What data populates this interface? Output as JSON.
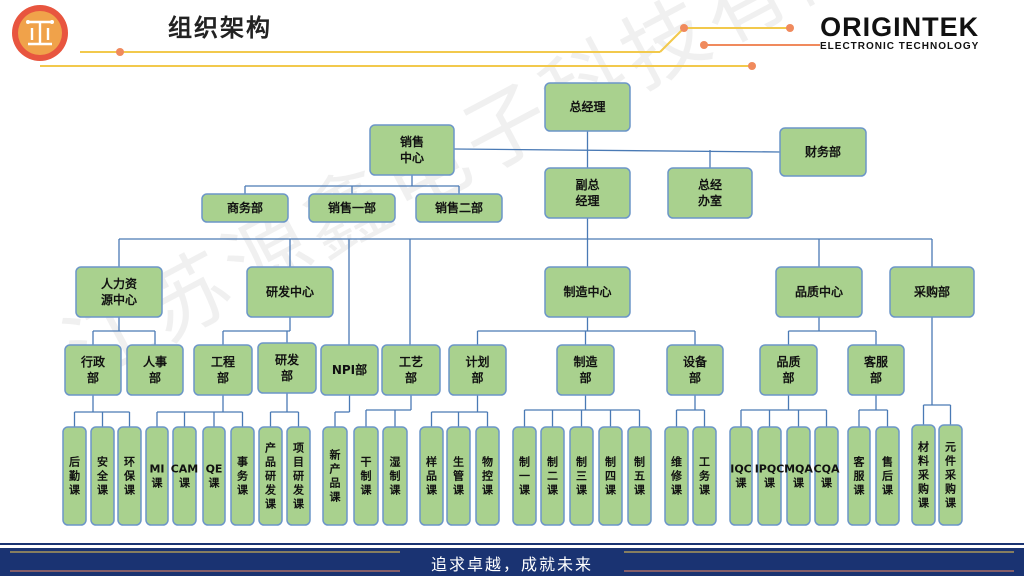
{
  "header": {
    "title": "组织架构",
    "brand_name": "ORIGINTEK",
    "brand_sub": "ELECTRONIC TECHNOLOGY"
  },
  "watermark": "江苏源鑫电子科技有限公司",
  "footer": {
    "slogan": "追求卓越，成就未来"
  },
  "colors": {
    "node_fill": "#a9d18e",
    "node_stroke": "#6c96c8",
    "line": "#4a7ab5",
    "footer_bg": "#1a3372",
    "accent_orange": "#f08a5d",
    "accent_gold": "#f2c94c"
  },
  "org": {
    "ceo": "总经理",
    "sales_center": "销售\n中心",
    "finance": "财务部",
    "vice_gm": "副总\n经理",
    "gm_office": "总经\n办室",
    "commerce": "商务部",
    "sales1": "销售一部",
    "sales2": "销售二部",
    "hr_center": "人力资\n源中心",
    "rd_center": "研发中心",
    "mfg_center": "制造中心",
    "quality_center": "品质中心",
    "purchasing": "采购部",
    "admin_dept": "行政\n部",
    "hr_dept": "人事\n部",
    "eng_dept": "工程\n部",
    "rd_dept": "研发\n部",
    "npi_dept": "NPI部",
    "process_dept": "工艺\n部",
    "plan_dept": "计划\n部",
    "mfg_dept": "制造\n部",
    "equip_dept": "设备\n部",
    "quality_dept": "品质\n部",
    "cs_dept": "客服\n部",
    "sections": {
      "logistics": "后\n勤\n课",
      "safety": "安\n全\n课",
      "env": "环\n保\n课",
      "mi": "MI\n课",
      "cam": "CAM\n课",
      "qe": "QE\n课",
      "affairs": "事\n务\n课",
      "prod_rd": "产\n品\n研\n发\n课",
      "proj_rd": "项\n目\n研\n发\n课",
      "new_prod": "新\n产\n品\n课",
      "dry": "干\n制\n课",
      "wet": "湿\n制\n课",
      "sample": "样\n品\n课",
      "prod_mgmt": "生\n管\n课",
      "material_ctrl": "物\n控\n课",
      "mfg1": "制\n一\n课",
      "mfg2": "制\n二\n课",
      "mfg3": "制\n三\n课",
      "mfg4": "制\n四\n课",
      "mfg5": "制\n五\n课",
      "maint": "维\n修\n课",
      "works": "工\n务\n课",
      "iqc": "IQC\n课",
      "ipqc": "IPQC\n课",
      "mqa": "MQA\n课",
      "cqa": "CQA\n课",
      "cs_sec": "客\n服\n课",
      "after_sales": "售\n后\n课",
      "material_purch": "材\n料\n采\n购\n课",
      "component_purch": "元\n件\n采\n购\n课"
    }
  }
}
